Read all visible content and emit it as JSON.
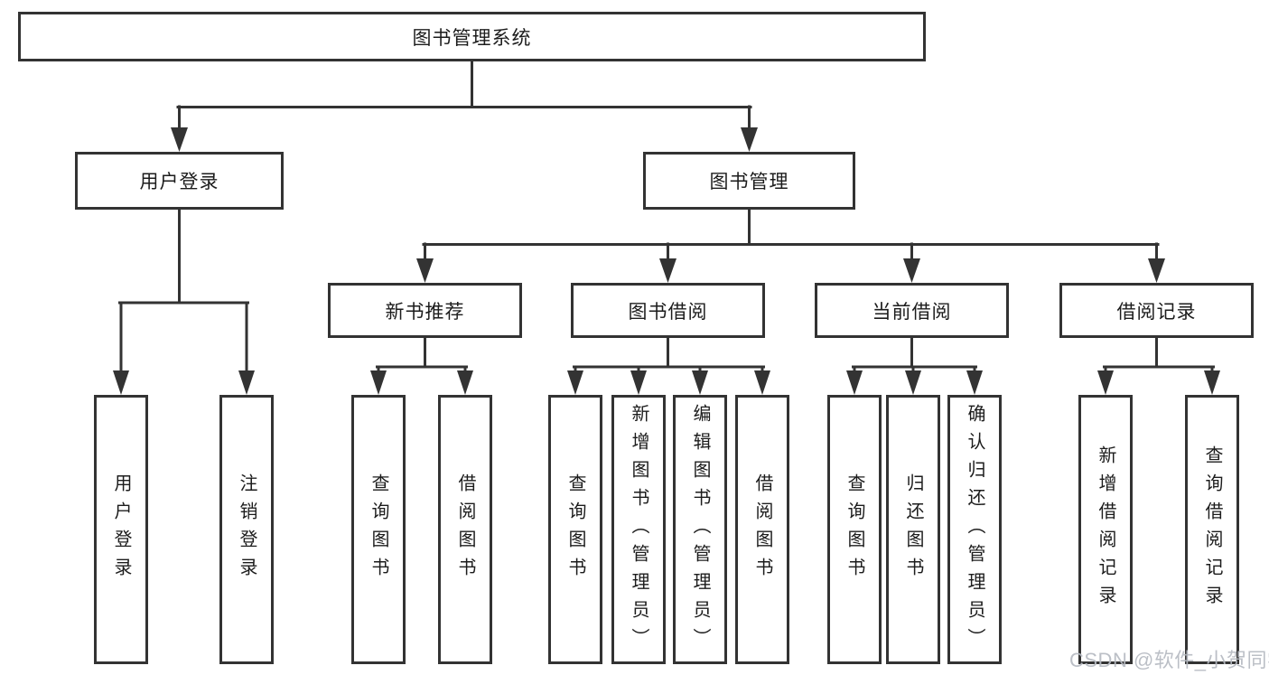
{
  "tree": {
    "root": {
      "label": "图书管理系统"
    },
    "branches": [
      {
        "label": "用户登录",
        "children": [
          {
            "label": "用户登录"
          },
          {
            "label": "注销登录"
          }
        ]
      },
      {
        "label": "图书管理",
        "sections": [
          {
            "label": "新书推荐",
            "children": [
              {
                "label": "查询图书"
              },
              {
                "label": "借阅图书"
              }
            ]
          },
          {
            "label": "图书借阅",
            "children": [
              {
                "label": "查询图书"
              },
              {
                "label": "新增图书（管理员）"
              },
              {
                "label": "编辑图书（管理员）"
              },
              {
                "label": "借阅图书"
              }
            ]
          },
          {
            "label": "当前借阅",
            "children": [
              {
                "label": "查询图书"
              },
              {
                "label": "归还图书"
              },
              {
                "label": "确认归还（管理员）"
              }
            ]
          },
          {
            "label": "借阅记录",
            "children": [
              {
                "label": "新增借阅记录"
              },
              {
                "label": "查询借阅记录"
              }
            ]
          }
        ]
      }
    ]
  },
  "watermark": {
    "text": "CSDN @软件_小贺同学"
  },
  "colors": {
    "line": "#333333",
    "text": "#1c1c1c",
    "watermark_text": "#b6bac2",
    "background": "#ffffff"
  }
}
